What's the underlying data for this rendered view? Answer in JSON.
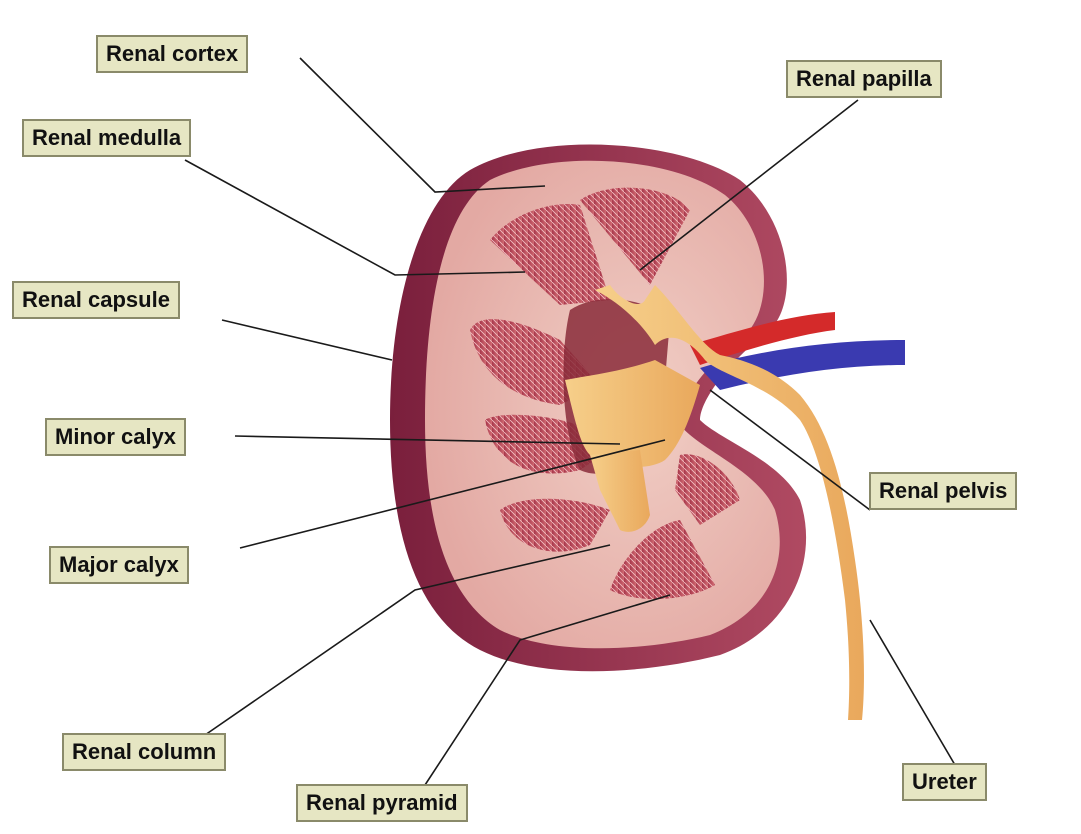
{
  "labels": {
    "renal_cortex": "Renal cortex",
    "renal_medulla": "Renal medulla",
    "renal_capsule": "Renal capsule",
    "minor_calyx": "Minor calyx",
    "major_calyx": "Major calyx",
    "renal_column": "Renal column",
    "renal_pyramid": "Renal pyramid",
    "renal_papilla": "Renal papilla",
    "renal_pelvis": "Renal pelvis",
    "ureter": "Ureter"
  },
  "colors": {
    "label_bg": "#e6e6c3",
    "capsule": "#8e2a4a",
    "cortex": "#e8b8b0",
    "pyramid": "#b84a5a",
    "pelvis": "#f2c07a",
    "artery": "#d42a2a",
    "vein": "#3a3ab0"
  }
}
